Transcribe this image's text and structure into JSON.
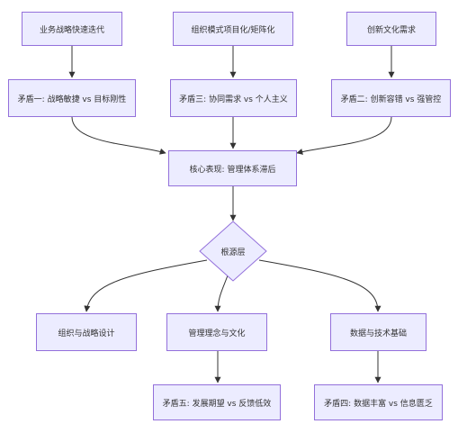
{
  "nodes": {
    "n1": "业务战略快速迭代",
    "n2": "组织模式项目化/矩阵化",
    "n3": "创新文化需求",
    "c1": "矛盾一: 战略敏捷 vs 目标刚性",
    "c3": "矛盾三: 协同需求 vs 个人主义",
    "c2": "矛盾二: 创新容错 vs 强管控",
    "core": "核心表现: 管理体系滞后",
    "root": "根源层",
    "r1": "组织与战略设计",
    "r2": "管理理念与文化",
    "r3": "数据与技术基础",
    "c5": "矛盾五: 发展期望 vs 反馈低效",
    "c4": "矛盾四: 数据丰富 vs 信息匮乏"
  },
  "colors": {
    "fill": "#ECECFF",
    "stroke": "#9370DB",
    "edge": "#333333",
    "text": "#333333"
  }
}
